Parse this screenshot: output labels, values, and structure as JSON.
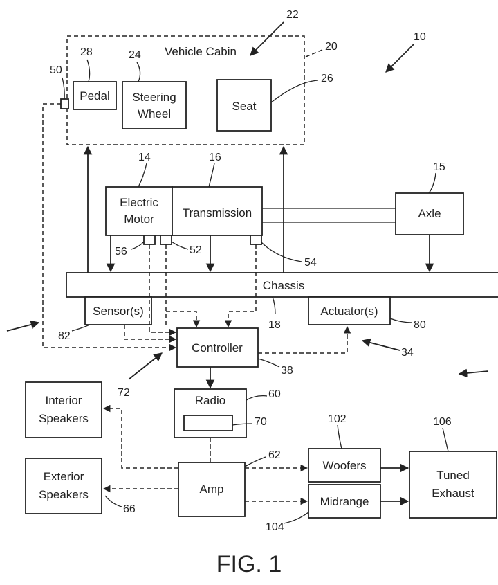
{
  "diagram": {
    "figure_label": "FIG. 1",
    "blocks": {
      "vehicle_cabin": "Vehicle Cabin",
      "pedal": "Pedal",
      "steering_wheel": [
        "Steering",
        "Wheel"
      ],
      "seat": "Seat",
      "electric_motor": [
        "Electric",
        "Motor"
      ],
      "transmission": "Transmission",
      "axle": "Axle",
      "chassis": "Chassis",
      "sensors": "Sensor(s)",
      "actuators": "Actuator(s)",
      "controller": "Controller",
      "radio": "Radio",
      "interior_speakers": [
        "Interior",
        "Speakers"
      ],
      "exterior_speakers": [
        "Exterior",
        "Speakers"
      ],
      "amp": "Amp",
      "woofers": "Woofers",
      "midrange": "Midrange",
      "tuned_exhaust": [
        "Tuned",
        "Exhaust"
      ]
    },
    "refs": {
      "r10": "10",
      "r14": "14",
      "r15": "15",
      "r16": "16",
      "r18": "18",
      "r20": "20",
      "r22": "22",
      "r24": "24",
      "r26": "26",
      "r28": "28",
      "r34": "34",
      "r38": "38",
      "r50": "50",
      "r52": "52",
      "r54": "54",
      "r56": "56",
      "r60": "60",
      "r62": "62",
      "r66": "66",
      "r70": "70",
      "r72": "72",
      "r80": "80",
      "r82": "82",
      "r102": "102",
      "r104": "104",
      "r106": "106"
    }
  }
}
